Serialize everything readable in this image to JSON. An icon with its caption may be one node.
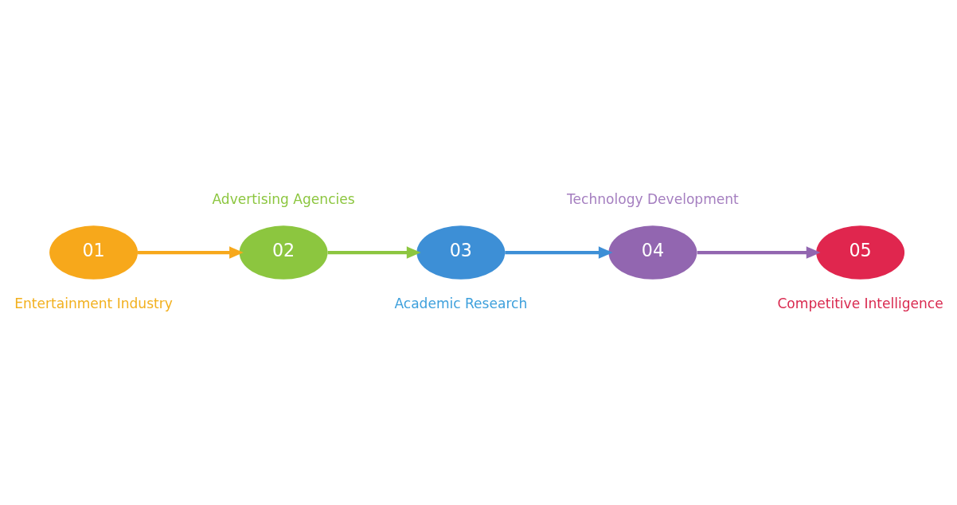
{
  "diagram": {
    "nodes": [
      {
        "text": [
          "01"
        ],
        "beside": [
          "Entertainment Industry"
        ]
      },
      {
        "text": [
          "02"
        ],
        "beside": [
          "Advertising Agencies"
        ]
      },
      {
        "text": [
          "03"
        ],
        "beside": [
          "Academic Research"
        ]
      },
      {
        "text": [
          "04"
        ],
        "beside": [
          "Technology Development"
        ]
      },
      {
        "text": [
          "05"
        ],
        "beside": [
          "Competitive Intelligence"
        ]
      }
    ],
    "edges": [
      {
        "from": 0,
        "to": 1,
        "arrow": "to",
        "color": "#f7a81b"
      },
      {
        "from": 1,
        "to": 2,
        "arrow": "to",
        "color": "#8cc63f"
      },
      {
        "from": 2,
        "to": 3,
        "arrow": "to",
        "color": "#3d8fd6"
      },
      {
        "from": 3,
        "to": 4,
        "arrow": "to",
        "color": "#9266b0"
      }
    ]
  }
}
